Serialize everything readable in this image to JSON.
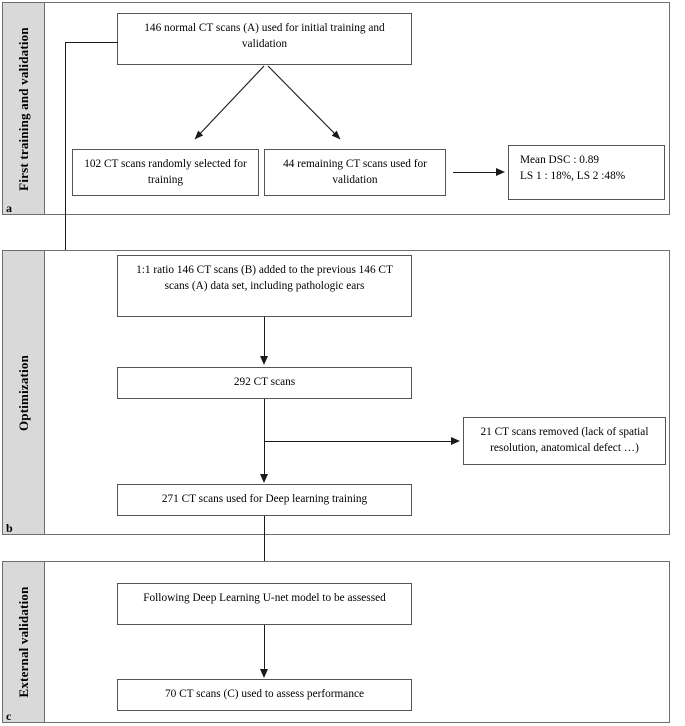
{
  "figure": {
    "type": "flowchart",
    "title": "Deep learning CT scan study workflow",
    "accent_color": "#d9d9d9",
    "line_color": "#1a1a1a",
    "box_border_color": "#555555"
  },
  "sections": [
    {
      "letter": "a",
      "label": "First training and validation",
      "nodes": [
        {
          "id": "a1",
          "text": "146 normal CT scans (A) used for initial training and validation"
        },
        {
          "id": "a2",
          "text": "102 CT scans randomly selected for training"
        },
        {
          "id": "a3",
          "text": "44 remaining CT scans used for validation"
        },
        {
          "id": "a4",
          "line1": "Mean DSC : 0.89",
          "line2": "LS 1 : 18%, LS 2 :48%"
        }
      ]
    },
    {
      "letter": "b",
      "label": "Optimization",
      "nodes": [
        {
          "id": "b1",
          "text": "1:1 ratio 146 CT scans (B) added to the previous 146 CT scans (A) data set, including pathologic ears"
        },
        {
          "id": "b2",
          "text": "292 CT scans"
        },
        {
          "id": "b3",
          "text": "21 CT scans removed (lack of spatial resolution, anatomical defect …)"
        },
        {
          "id": "b4",
          "text": "271 CT scans used for Deep learning training"
        }
      ]
    },
    {
      "letter": "c",
      "label": "External validation",
      "nodes": [
        {
          "id": "c1",
          "text": "Following Deep Learning U-net model to be assessed"
        },
        {
          "id": "c2",
          "text": "70 CT scans (C) used to assess performance"
        }
      ]
    }
  ]
}
